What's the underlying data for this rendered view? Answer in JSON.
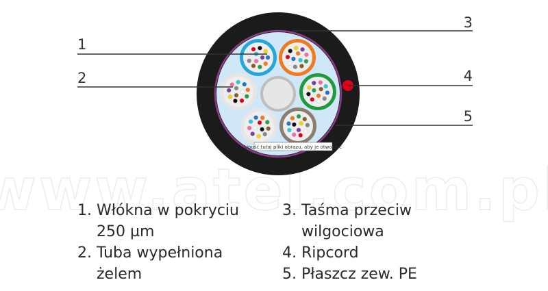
{
  "callout_numbers": [
    "1",
    "2",
    "3",
    "4",
    "5"
  ],
  "image_note": "Upuść tutaj pliki obrazu, aby je otworzyć",
  "watermark": "www.atel.com.pl",
  "legend": {
    "left": [
      {
        "num": "1.",
        "lines": [
          "Włókna w pokryciu",
          "250 µm"
        ]
      },
      {
        "num": "2.",
        "lines": [
          "Tuba wypełniona",
          "żelem"
        ]
      }
    ],
    "right": [
      {
        "num": "3.",
        "lines": [
          "Taśma przeciw",
          "wilgociowa"
        ]
      },
      {
        "num": "4.",
        "lines": [
          "Ripcord"
        ]
      },
      {
        "num": "5.",
        "lines": [
          "Płaszcz zew. PE"
        ]
      }
    ]
  },
  "colors": {
    "jacket": "#1b1b1b",
    "tape": "#8a3d86",
    "gel": "#cfe7f7",
    "ripcord": "#e0001a",
    "tube_blue": "#27a6dc",
    "tube_orange": "#ee7b21",
    "tube_green": "#219a3f",
    "tube_white": "#e6e6e6",
    "tube_gray": "#9a9a9a",
    "tube_brown": "#8b7d70",
    "line": "#333333",
    "watermark": "#ececec"
  },
  "fiber_colors": [
    "#1d74c4",
    "#ee7b21",
    "#27a145",
    "#8b5a2b",
    "#888888",
    "#f4f4f4",
    "#e0001a",
    "#111111",
    "#f2d21a",
    "#7a3e9c",
    "#ee6fa8",
    "#32c5d6"
  ]
}
